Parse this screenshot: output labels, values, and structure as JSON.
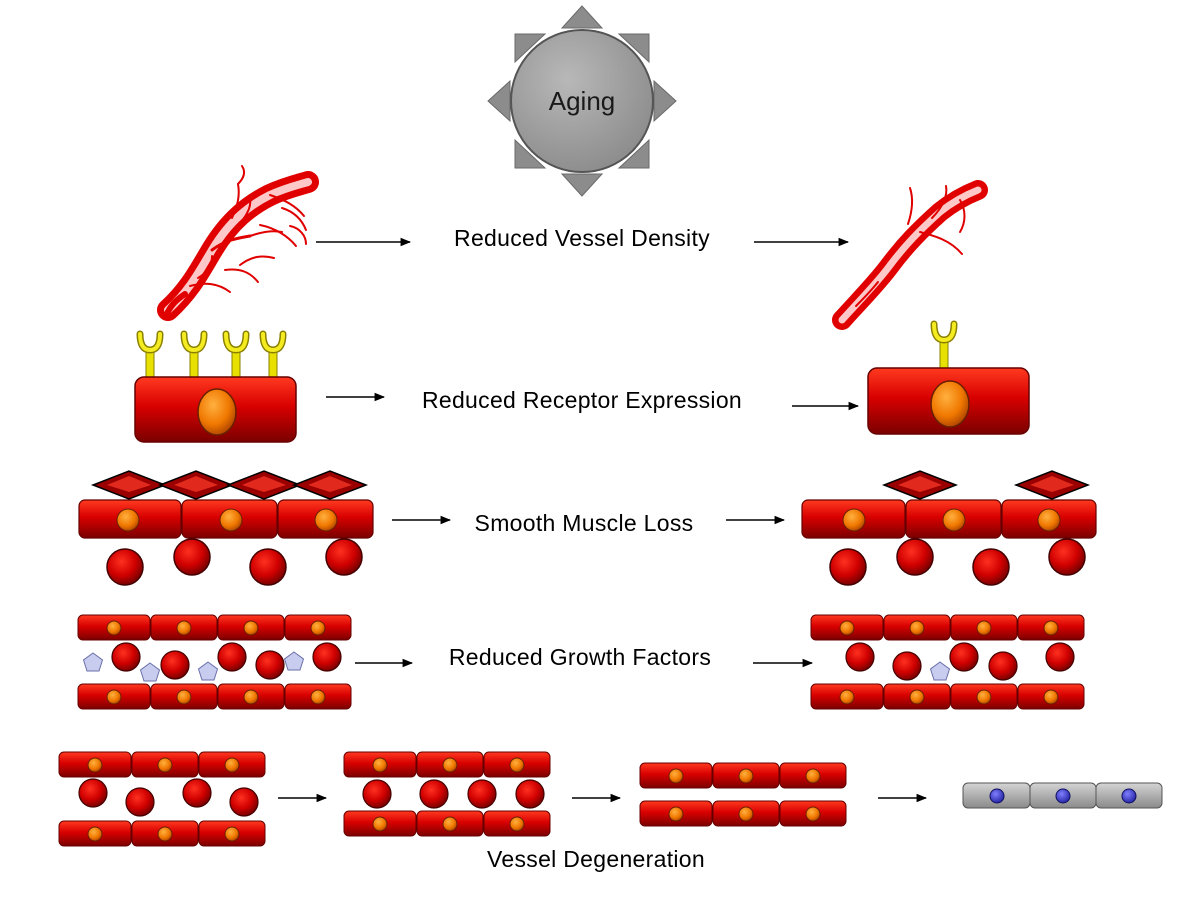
{
  "center": {
    "label": "Aging"
  },
  "rows": [
    {
      "id": "density",
      "label": "Reduced Vessel Density"
    },
    {
      "id": "receptor",
      "label": "Reduced Receptor Expression"
    },
    {
      "id": "smooth",
      "label": "Smooth Muscle Loss"
    },
    {
      "id": "growth",
      "label": "Reduced Growth Factors"
    },
    {
      "id": "degeneration",
      "label": "Vessel Degeneration"
    }
  ],
  "colors": {
    "cell_red": "#d40000",
    "nucleus_orange": "#f07800",
    "receptor_yellow": "#e8e000",
    "growth_factor": "#c8ccee",
    "degenerated_cell": "#a8a8a8",
    "degenerated_nucleus": "#3a3ac8",
    "sun_grey": "#9a9a9a"
  },
  "icons": [
    "sun-badge",
    "blood-vessel",
    "receptor",
    "endothelial-cell",
    "pericyte",
    "smooth-muscle-cell",
    "growth-factor",
    "arrow-icon"
  ]
}
